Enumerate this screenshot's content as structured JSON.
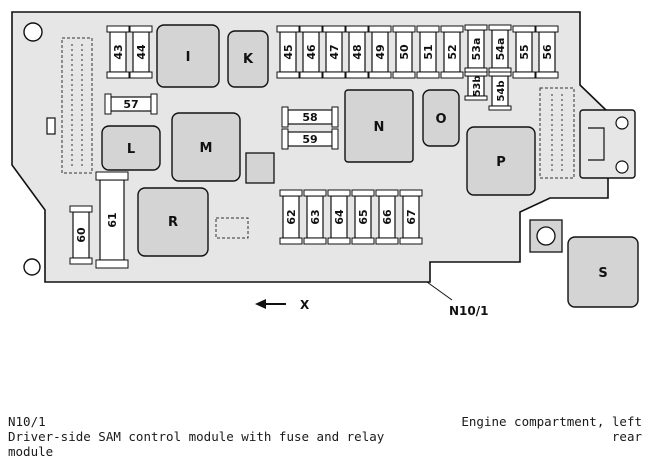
{
  "diagram": {
    "fuses": {
      "f43": "43",
      "f44": "44",
      "f45": "45",
      "f46": "46",
      "f47": "47",
      "f48": "48",
      "f49": "49",
      "f50": "50",
      "f51": "51",
      "f52": "52",
      "f53a": "53a",
      "f53b": "53b",
      "f54a": "54a",
      "f54b": "54b",
      "f55": "55",
      "f56": "56",
      "f57": "57",
      "f58": "58",
      "f59": "59",
      "f60": "60",
      "f61": "61",
      "f62": "62",
      "f63": "63",
      "f64": "64",
      "f65": "65",
      "f66": "66",
      "f67": "67"
    },
    "relays": {
      "I": "I",
      "K": "K",
      "L": "L",
      "M": "M",
      "N": "N",
      "O": "O",
      "P": "P",
      "R": "R",
      "S": "S"
    },
    "direction_label": "X",
    "callout_label": "N10/1"
  },
  "caption": {
    "code": "N10/1",
    "description_line1": "Driver-side SAM control module with fuse and relay",
    "description_line2": "module",
    "location_line1": "Engine compartment, left",
    "location_line2": "rear"
  }
}
